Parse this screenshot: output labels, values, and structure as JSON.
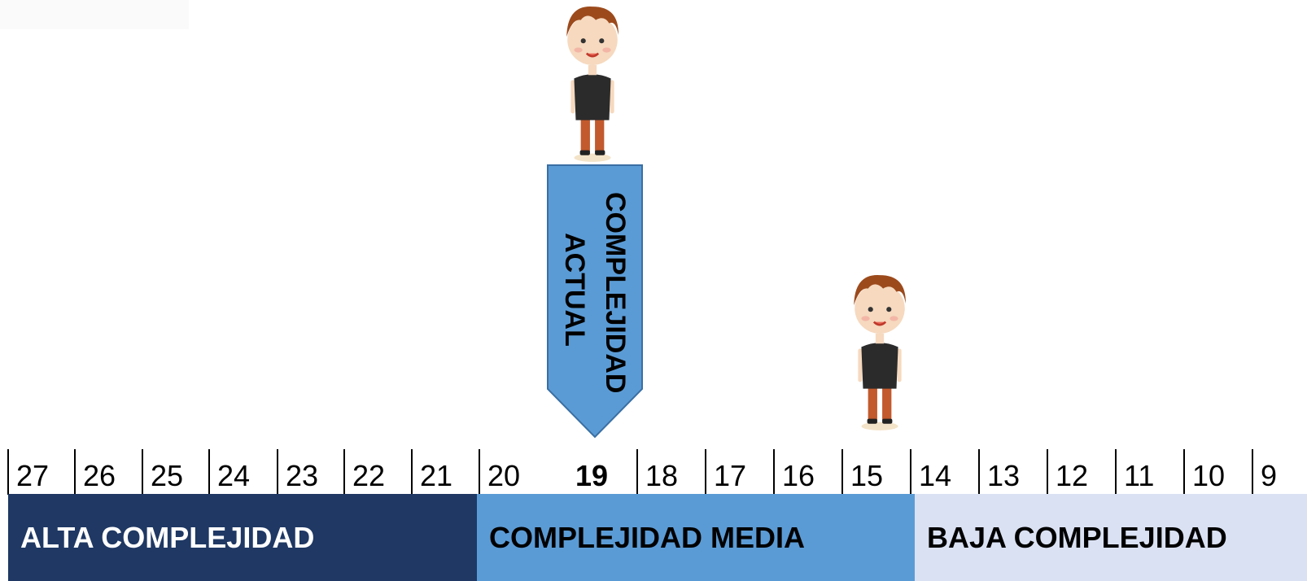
{
  "marker": {
    "line1": "COMPLEJIDAD",
    "line2": "ACTUAL",
    "color": "#5b9bd5",
    "border": "#3a6fa3"
  },
  "scale": {
    "ticks": [
      "27",
      "26",
      "25",
      "24",
      "23",
      "22",
      "21",
      "20",
      "19",
      "18",
      "17",
      "16",
      "15",
      "14",
      "13",
      "12",
      "11",
      "10",
      "9"
    ],
    "current": "19"
  },
  "bands": [
    {
      "label": "ALTA COMPLEJIDAD",
      "bg": "#1f3864",
      "fg": "#ffffff"
    },
    {
      "label": "COMPLEJIDAD MEDIA",
      "bg": "#5b9bd5",
      "fg": "#000000"
    },
    {
      "label": "BAJA COMPLEJIDAD",
      "bg": "#dae1f3",
      "fg": "#000000"
    }
  ]
}
